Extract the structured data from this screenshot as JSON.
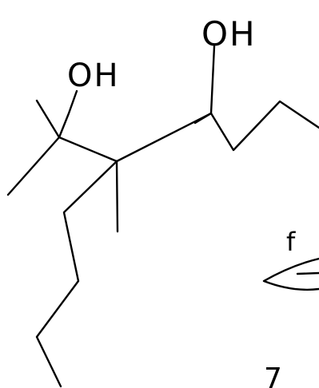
{
  "sketch": {
    "ink_color": "#000000",
    "background": "#ffffff",
    "labels": {
      "hydroxyl_top": "OH",
      "hydroxyl_left": "OH",
      "fragment_right": "f",
      "fragment_bottom": "7"
    }
  }
}
